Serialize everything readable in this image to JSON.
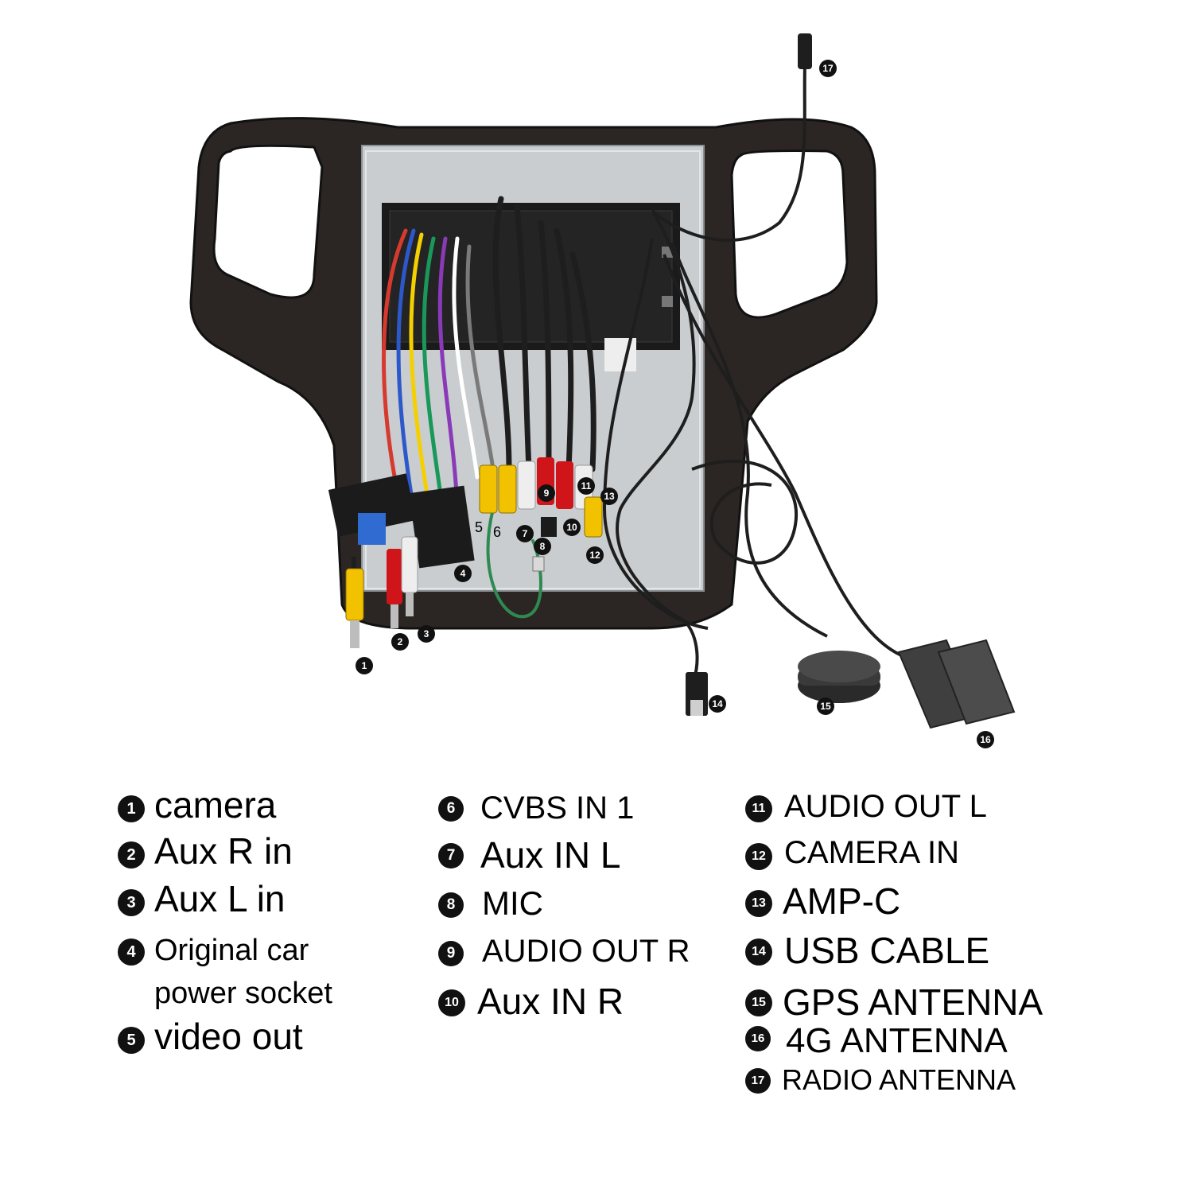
{
  "callouts": {
    "c1": "1",
    "c2": "2",
    "c3": "3",
    "c4": "4",
    "c5": "5",
    "c6": "6",
    "c7": "7",
    "c8": "8",
    "c9": "9",
    "c10": "10",
    "c11": "11",
    "c12": "12",
    "c13": "13",
    "c14": "14",
    "c15": "15",
    "c16": "16",
    "c17": "17"
  },
  "legend": {
    "col1": [
      {
        "num": "1",
        "label": "camera"
      },
      {
        "num": "2",
        "label": "Aux R in"
      },
      {
        "num": "3",
        "label": "Aux L in"
      },
      {
        "num": "4",
        "label": "Original car",
        "label2": "power socket"
      },
      {
        "num": "5",
        "label": "video out"
      }
    ],
    "col2": [
      {
        "num": "6",
        "label": "CVBS IN 1"
      },
      {
        "num": "7",
        "label": "Aux IN L"
      },
      {
        "num": "8",
        "label": "MIC"
      },
      {
        "num": "9",
        "label": "AUDIO OUT R"
      },
      {
        "num": "10",
        "label": "Aux IN R"
      }
    ],
    "col3": [
      {
        "num": "11",
        "label": "AUDIO OUT L"
      },
      {
        "num": "12",
        "label": "CAMERA IN"
      },
      {
        "num": "13",
        "label": "AMP-C"
      },
      {
        "num": "14",
        "label": "USB CABLE"
      },
      {
        "num": "15",
        "label": "GPS ANTENNA"
      },
      {
        "num": "16",
        "label": "4G ANTENNA"
      },
      {
        "num": "17",
        "label": "RADIO ANTENNA"
      }
    ]
  },
  "colors": {
    "bezel": "#2b2623",
    "panel": "#c9cdd0",
    "unit": "#1a1a1a",
    "rca_yellow": "#f2c200",
    "rca_red": "#d0151a",
    "rca_white": "#eeeeee",
    "cable": "#1e1e1e"
  }
}
